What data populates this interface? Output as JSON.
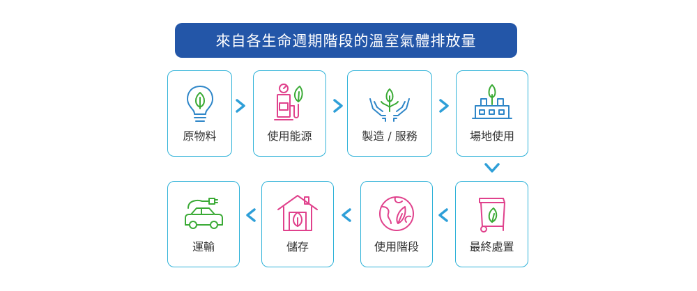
{
  "title": "來自各生命週期階段的溫室氣體排放量",
  "colors": {
    "title_bg": "#2356a8",
    "card_border": "#2fb2d8",
    "arrow": "#2e9fd8",
    "blue": "#2e86c8",
    "green": "#3aaa35",
    "pink": "#e0418c"
  },
  "stages": {
    "raw_materials": {
      "label": "原物料",
      "icon": "lightbulb-leaf-icon"
    },
    "energy_use": {
      "label": "使用能源",
      "icon": "fuel-pump-leaf-icon"
    },
    "manufacturing": {
      "label": "製造 / 服務",
      "icon": "hands-plant-icon"
    },
    "site_use": {
      "label": "場地使用",
      "icon": "factory-leaf-icon"
    },
    "disposal": {
      "label": "最終處置",
      "icon": "recycle-bin-leaf-icon"
    },
    "use_phase": {
      "label": "使用階段",
      "icon": "globe-leaf-icon"
    },
    "storage": {
      "label": "儲存",
      "icon": "house-leaf-icon"
    },
    "transport": {
      "label": "運輸",
      "icon": "electric-car-icon"
    }
  }
}
